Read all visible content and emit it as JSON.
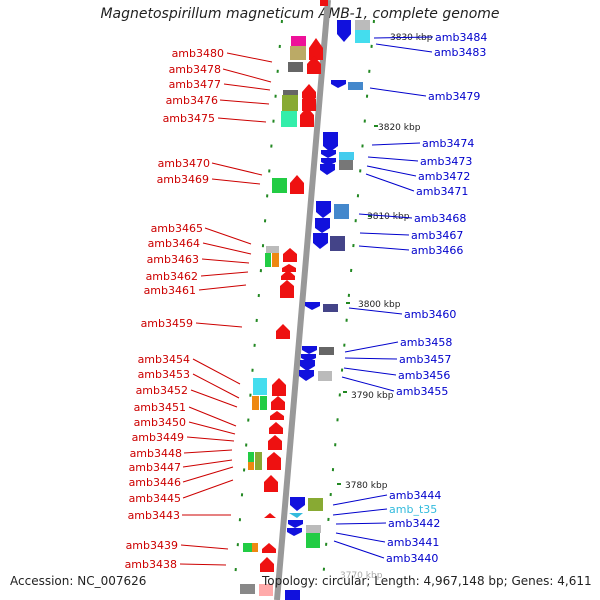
{
  "title": "Magnetospirillum magneticum AMB-1, complete genome",
  "footer": {
    "accession": "Accession: NC_007626",
    "summary": "Topology: circular; Length: 4,967,148 bp; Genes: 4,611"
  },
  "scale_labels": [
    "3830 kbp",
    "3820 kbp",
    "3810 kbp",
    "3800 kbp",
    "3790 kbp",
    "3780 kbp",
    "3770 kbp"
  ],
  "left_labels": [
    "amb3480",
    "amb3478",
    "amb3477",
    "amb3476",
    "amb3475",
    "amb3470",
    "amb3469",
    "amb3465",
    "amb3464",
    "amb3463",
    "amb3462",
    "amb3461",
    "amb3459",
    "amb3454",
    "amb3453",
    "amb3452",
    "amb3451",
    "amb3450",
    "amb3449",
    "amb3448",
    "amb3447",
    "amb3446",
    "amb3445",
    "amb3443",
    "amb3439",
    "amb3438"
  ],
  "right_labels": [
    "amb3484",
    "amb3483",
    "amb3479",
    "amb3474",
    "amb3473",
    "amb3472",
    "amb3471",
    "amb3468",
    "amb3467",
    "amb3466",
    "amb3460",
    "amb3458",
    "amb3457",
    "amb3456",
    "amb3455",
    "amb3444",
    "amb_t35",
    "amb3442",
    "amb3441",
    "amb3440"
  ],
  "colors": {
    "forward_gene": "#ee1111",
    "reverse_gene": "#1111dd",
    "trna": "#33bbdd",
    "backbone": "#999999",
    "tick": "#228822"
  }
}
